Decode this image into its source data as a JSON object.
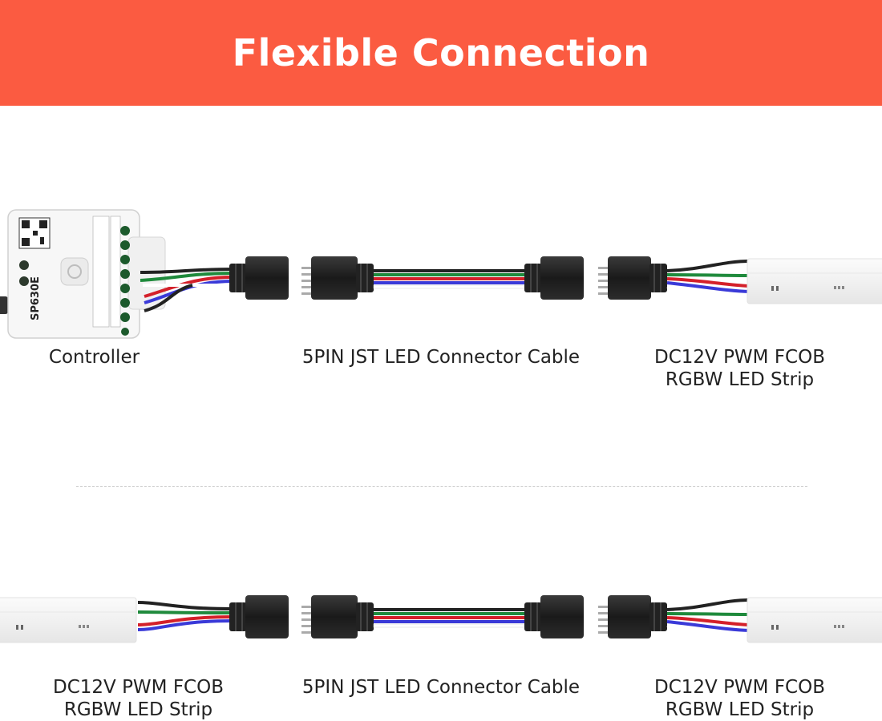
{
  "title": "Flexible Connection",
  "colors": {
    "banner": "#fb5b41",
    "wire_white": "#ffffff",
    "wire_blue": "#3a3ad8",
    "wire_red": "#d4202a",
    "wire_green": "#1f8a3c",
    "wire_black": "#1a1a1a",
    "connector": "#1c1c1c"
  },
  "row1": {
    "controller": {
      "model": "SP630E",
      "caption": "Controller"
    },
    "cable_caption": "5PIN JST LED Connector Cable",
    "strip_caption_line1": "DC12V PWM FCOB",
    "strip_caption_line2": "RGBW LED Strip"
  },
  "row2": {
    "strip_left_line1": "DC12V PWM FCOB",
    "strip_left_line2": "RGBW LED Strip",
    "cable_caption": "5PIN JST LED Connector Cable",
    "strip_right_line1": "DC12V PWM FCOB",
    "strip_right_line2": "RGBW LED Strip"
  }
}
